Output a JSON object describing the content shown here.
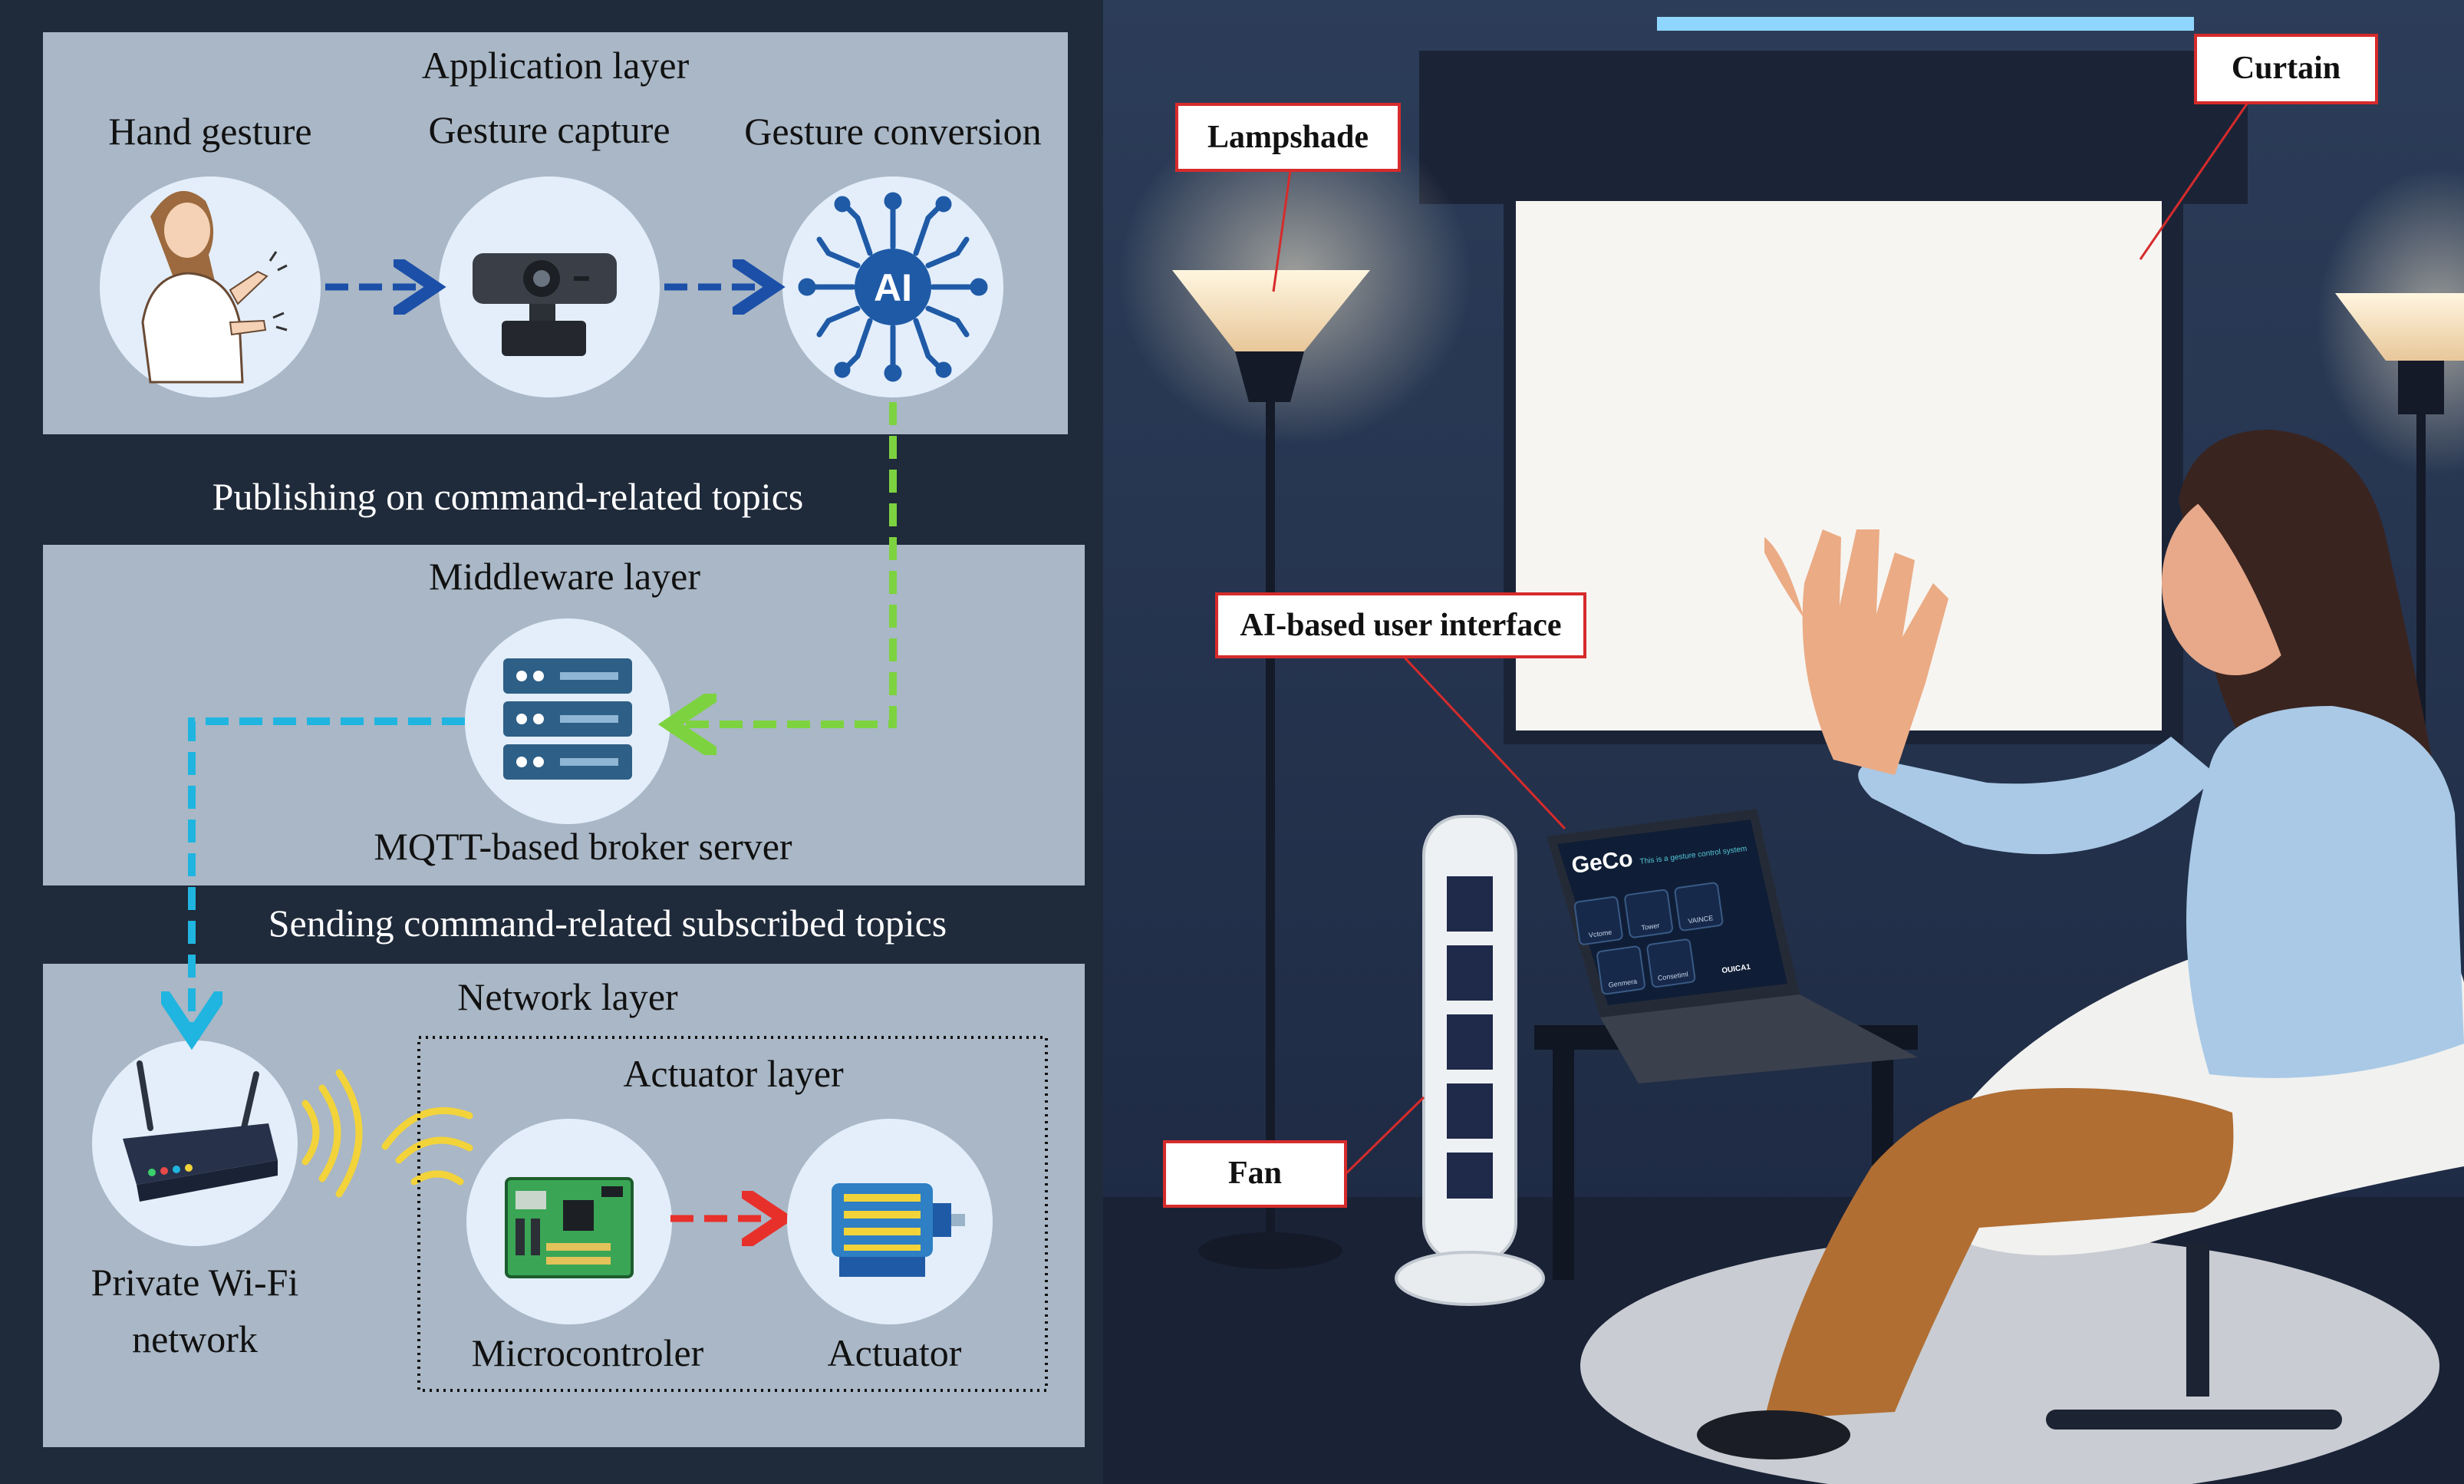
{
  "left_panel": {
    "application_layer": {
      "title": "Application layer",
      "steps": [
        "Hand gesture",
        "Gesture capture",
        "Gesture conversion"
      ],
      "ai_badge": "AI"
    },
    "publish_text": "Publishing on command-related topics",
    "middleware_layer": {
      "title": "Middleware layer",
      "broker_label": "MQTT-based broker server"
    },
    "sending_text": "Sending command-related subscribed topics",
    "network_layer": {
      "title": "Network layer",
      "wifi_label_line1": "Private Wi-Fi",
      "wifi_label_line2": "network",
      "actuator_layer": {
        "title": "Actuator layer",
        "microcontroller_label": "Microcontroler",
        "actuator_label": "Actuator"
      }
    }
  },
  "scene": {
    "callouts": {
      "lampshade": "Lampshade",
      "curtain": "Curtain",
      "ai_ui": "AI-based user interface",
      "fan": "Fan"
    },
    "laptop_screen": {
      "app_name": "GeCo",
      "tagline": "This is a gesture control system",
      "tiles": [
        "Vctome",
        "Tower",
        "VAINCE",
        "Genmera",
        "Consetiml"
      ],
      "corner_text": "OUICA1"
    }
  },
  "colors": {
    "panel_bg": "#1f2a3a",
    "layer_box": "#a9b7c6",
    "circle_fill": "#e3eefa",
    "arrow_blue": "#1b4fa8",
    "arrow_green": "#7dd33f",
    "arrow_cyan": "#1fb5e0",
    "arrow_red": "#e8302b",
    "wifi_yellow": "#f2d33a",
    "callout_border": "#d62b2b"
  }
}
